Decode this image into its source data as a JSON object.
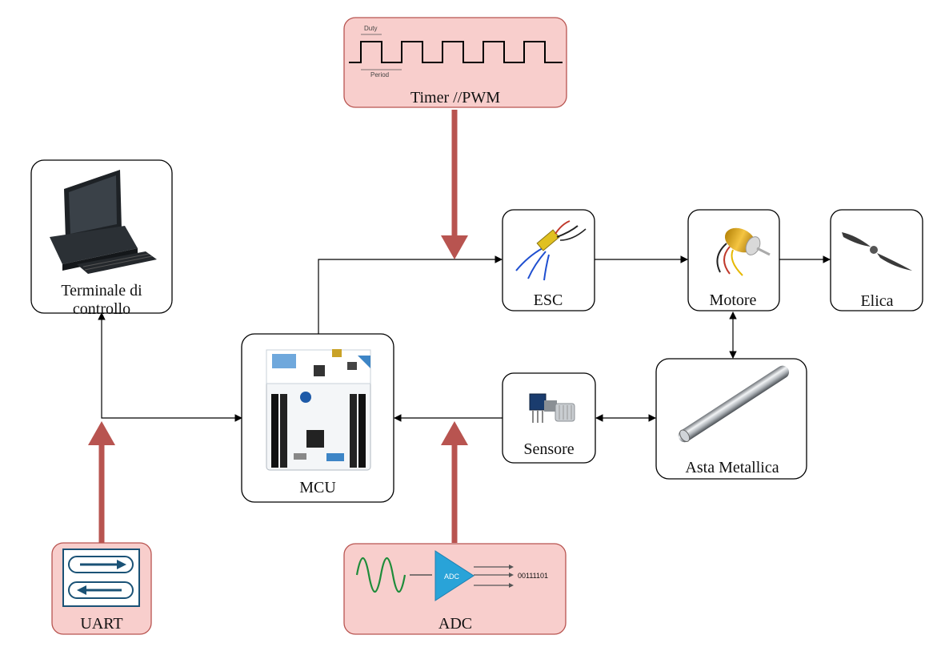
{
  "colors": {
    "block_border": "#000000",
    "peripheral_fill": "#f8cecc",
    "peripheral_border": "#b85450",
    "thick_arrow": "#b85450",
    "connector": "#000000"
  },
  "blocks": {
    "terminal": {
      "label_line1": "Terminale di",
      "label_line2": "controllo",
      "icon": "desktop-computer-icon"
    },
    "mcu": {
      "label": "MCU",
      "icon": "nucleo-board-icon"
    },
    "esc": {
      "label": "ESC",
      "icon": "esc-controller-icon"
    },
    "motore": {
      "label": "Motore",
      "icon": "brushless-motor-icon"
    },
    "elica": {
      "label": "Elica",
      "icon": "propeller-icon"
    },
    "sensore": {
      "label": "Sensore",
      "icon": "potentiometer-icon"
    },
    "asta": {
      "label": "Asta Metallica",
      "icon": "metal-rod-icon"
    }
  },
  "peripherals": {
    "timer": {
      "label": "Timer //PWM",
      "duty_label": "Duty",
      "period_label": "Period",
      "icon": "pwm-waveform-icon"
    },
    "uart": {
      "label": "UART",
      "icon": "serial-arrows-icon"
    },
    "adc": {
      "label": "ADC",
      "chip_label": "ADC",
      "binary_output": "00111101",
      "icon": "adc-converter-icon"
    }
  }
}
